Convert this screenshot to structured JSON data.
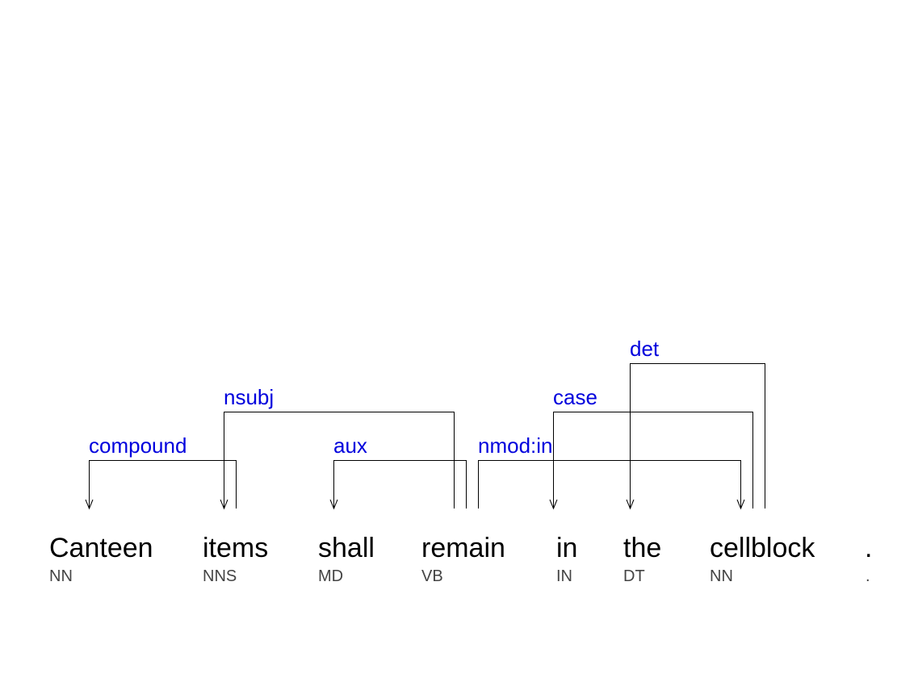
{
  "tokens": [
    {
      "word": "Canteen",
      "tag": "NN"
    },
    {
      "word": "items",
      "tag": "NNS"
    },
    {
      "word": "shall",
      "tag": "MD"
    },
    {
      "word": "remain",
      "tag": "VB"
    },
    {
      "word": "in",
      "tag": "IN"
    },
    {
      "word": "the",
      "tag": "DT"
    },
    {
      "word": "cellblock",
      "tag": "NN"
    },
    {
      "word": ".",
      "tag": "."
    }
  ],
  "arcs": [
    {
      "label": "compound",
      "head": 1,
      "dep": 0
    },
    {
      "label": "nsubj",
      "head": 3,
      "dep": 1
    },
    {
      "label": "aux",
      "head": 3,
      "dep": 2
    },
    {
      "label": "nmod:in",
      "head": 3,
      "dep": 6
    },
    {
      "label": "case",
      "head": 6,
      "dep": 4
    },
    {
      "label": "det",
      "head": 6,
      "dep": 5
    }
  ],
  "colors": {
    "relation": "#0000dd",
    "word": "#000000",
    "tag": "#444444",
    "arc": "#000000"
  }
}
